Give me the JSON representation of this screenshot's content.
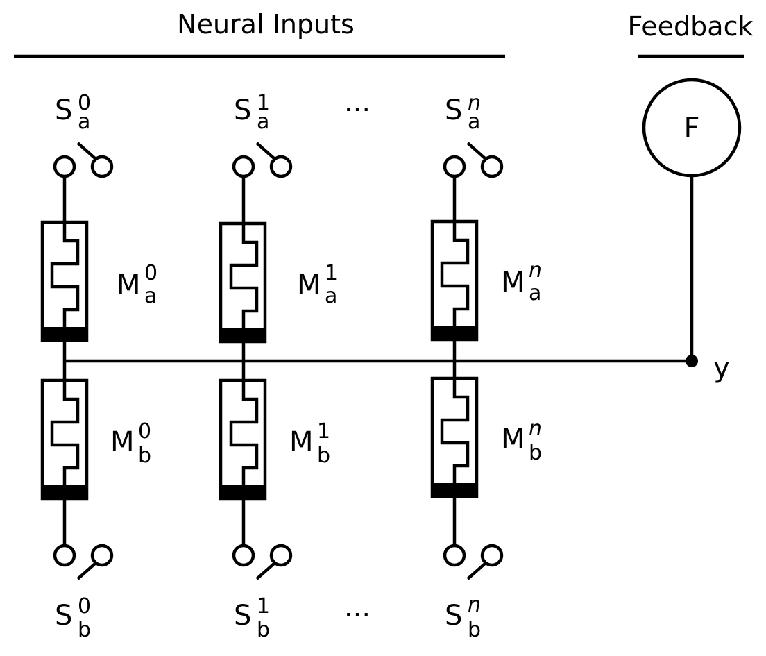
{
  "headers": {
    "neural_inputs": "Neural Inputs",
    "feedback": "Feedback"
  },
  "feedback_node": {
    "label": "F"
  },
  "output_label": "y",
  "ellipsis": "...",
  "columns": [
    {
      "switch_a": {
        "base": "S",
        "sup": "0",
        "sub": "a"
      },
      "memristor_a": {
        "base": "M",
        "sup": "0",
        "sub": "a"
      },
      "memristor_b": {
        "base": "M",
        "sup": "0",
        "sub": "b"
      },
      "switch_b": {
        "base": "S",
        "sup": "0",
        "sub": "b"
      }
    },
    {
      "switch_a": {
        "base": "S",
        "sup": "1",
        "sub": "a"
      },
      "memristor_a": {
        "base": "M",
        "sup": "1",
        "sub": "a"
      },
      "memristor_b": {
        "base": "M",
        "sup": "1",
        "sub": "b"
      },
      "switch_b": {
        "base": "S",
        "sup": "1",
        "sub": "b"
      }
    },
    {
      "switch_a": {
        "base": "S",
        "sup": "n",
        "sub": "a"
      },
      "memristor_a": {
        "base": "M",
        "sup": "n",
        "sub": "a"
      },
      "memristor_b": {
        "base": "M",
        "sup": "n",
        "sub": "b"
      },
      "switch_b": {
        "base": "S",
        "sup": "n",
        "sub": "b"
      }
    }
  ]
}
